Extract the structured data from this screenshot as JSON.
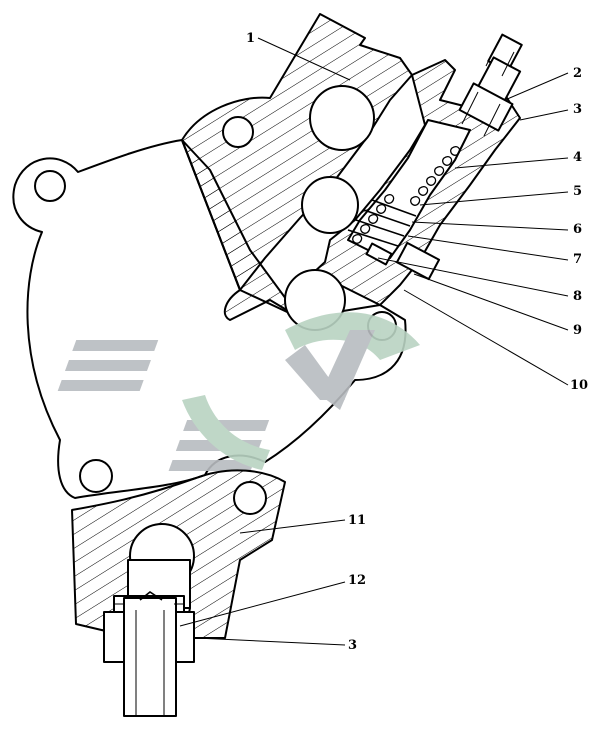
{
  "callouts": [
    {
      "id": "1",
      "label": "1"
    },
    {
      "id": "2",
      "label": "2"
    },
    {
      "id": "3a",
      "label": "3"
    },
    {
      "id": "4",
      "label": "4"
    },
    {
      "id": "5",
      "label": "5"
    },
    {
      "id": "6",
      "label": "6"
    },
    {
      "id": "7",
      "label": "7"
    },
    {
      "id": "8",
      "label": "8"
    },
    {
      "id": "9",
      "label": "9"
    },
    {
      "id": "10",
      "label": "10"
    },
    {
      "id": "11",
      "label": "11"
    },
    {
      "id": "12",
      "label": "12"
    },
    {
      "id": "3b",
      "label": "3"
    }
  ],
  "colors": {
    "line": "#000000",
    "watermark_grey": "#b8bcc0",
    "watermark_green": "#b9d3c2"
  }
}
